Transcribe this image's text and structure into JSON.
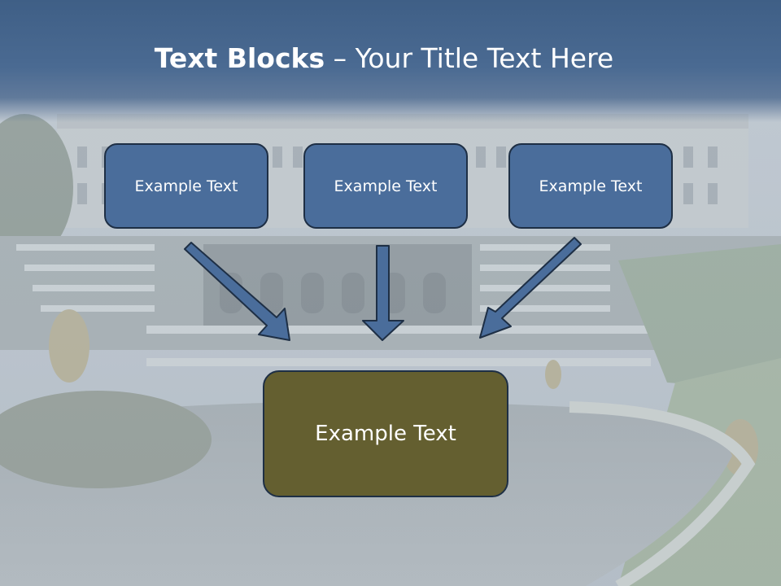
{
  "title": {
    "bold": "Text Blocks",
    "dash": " – ",
    "rest": "Your Title Text Here"
  },
  "boxes": {
    "top": [
      "Example Text",
      "Example Text",
      "Example Text"
    ],
    "bottom": "Example Text"
  },
  "colors": {
    "title_band": "#42628a",
    "top_box_fill": "#4a6d9b",
    "bottom_box_fill": "#645f30",
    "box_border": "#1e2f45",
    "arrow_fill": "#4a6d9b"
  }
}
